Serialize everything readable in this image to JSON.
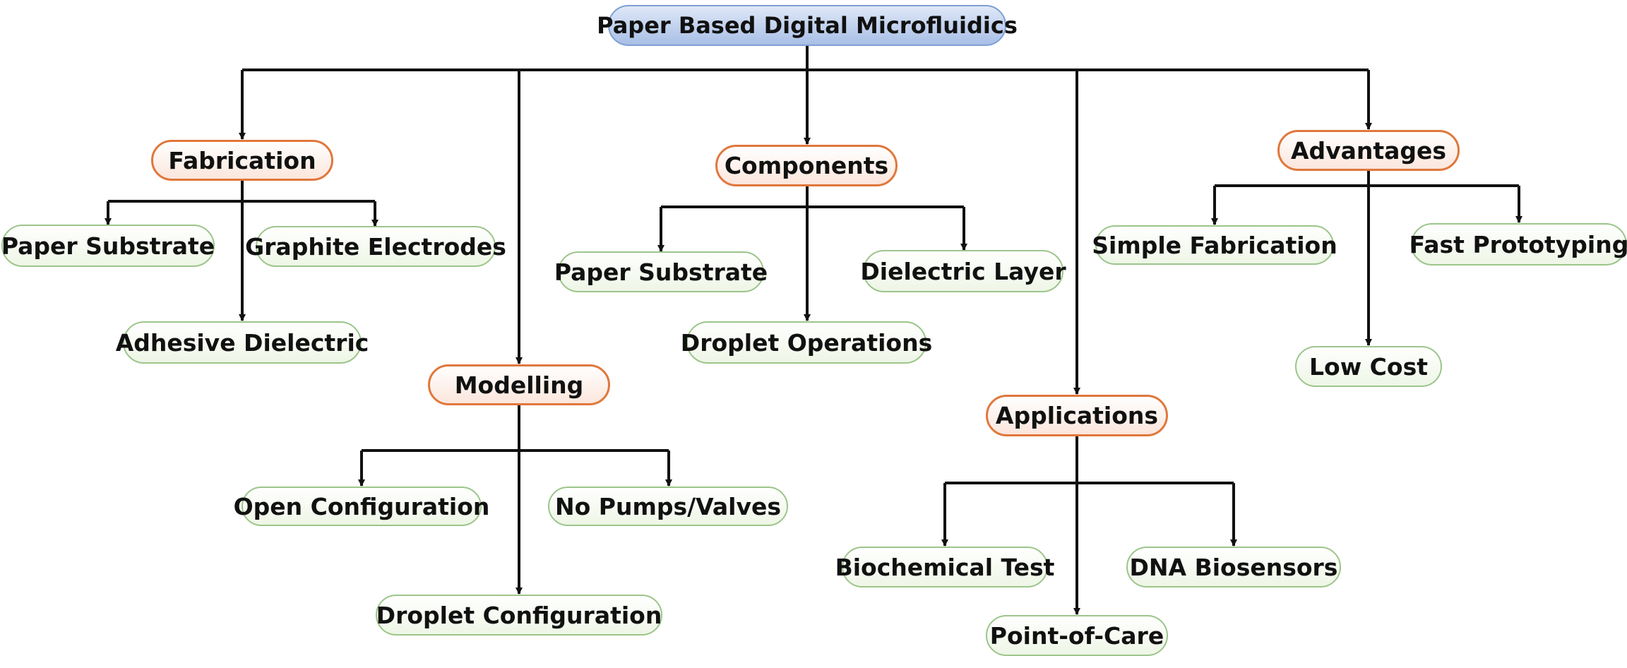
{
  "root": "Paper Based Digital Microfluidics",
  "categories": {
    "fabrication": {
      "label": "Fabrication",
      "children": [
        "Paper Substrate",
        "Graphite Electrodes",
        "Adhesive Dielectric"
      ]
    },
    "modelling": {
      "label": "Modelling",
      "children": [
        "Open Configuration",
        "No Pumps/Valves",
        "Droplet Configuration"
      ]
    },
    "components": {
      "label": "Components",
      "children": [
        "Paper Substrate",
        "Dielectric Layer",
        "Droplet Operations"
      ]
    },
    "applications": {
      "label": "Applications",
      "children": [
        "Biochemical Test",
        "DNA Biosensors",
        "Point-of-Care"
      ]
    },
    "advantages": {
      "label": "Advantages",
      "children": [
        "Simple Fabrication",
        "Fast Prototyping",
        "Low Cost"
      ]
    }
  },
  "colors": {
    "root_border": "#7f9fd3",
    "category_border": "#e0773c",
    "leaf_border": "#9cc58a",
    "connector": "#111111"
  }
}
